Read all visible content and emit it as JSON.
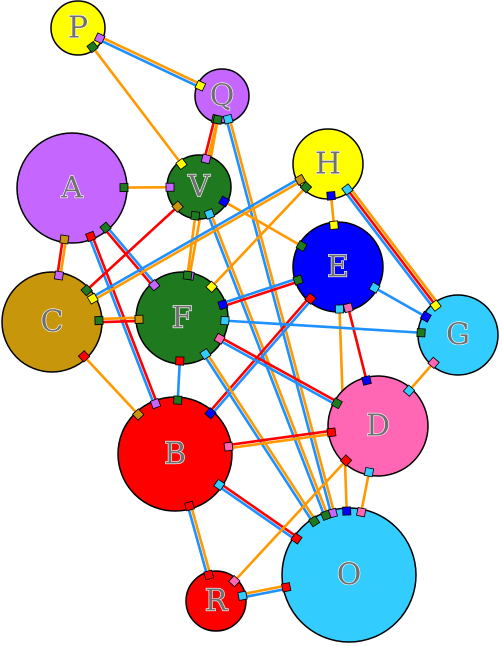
{
  "colors": {
    "purple": "#c466ff",
    "yellow": "#ffff00",
    "green": "#1f7a1f",
    "golden": "#c8960a",
    "red": "#ff0000",
    "blue": "#0000ff",
    "cyan": "#33ccff",
    "pink": "#ff66b3",
    "edge_orange": "#ff9900",
    "edge_red": "#ff0000",
    "edge_blue": "#1e90ff"
  },
  "nodes": [
    {
      "id": "P",
      "label": "P",
      "color": "yellow"
    },
    {
      "id": "Q",
      "label": "Q",
      "color": "purple"
    },
    {
      "id": "A",
      "label": "A",
      "color": "purple"
    },
    {
      "id": "V",
      "label": "V",
      "color": "green"
    },
    {
      "id": "H",
      "label": "H",
      "color": "yellow"
    },
    {
      "id": "E",
      "label": "E",
      "color": "blue"
    },
    {
      "id": "C",
      "label": "C",
      "color": "golden"
    },
    {
      "id": "F",
      "label": "F",
      "color": "green"
    },
    {
      "id": "G",
      "label": "G",
      "color": "cyan"
    },
    {
      "id": "B",
      "label": "B",
      "color": "red"
    },
    {
      "id": "D",
      "label": "D",
      "color": "pink"
    },
    {
      "id": "O",
      "label": "O",
      "color": "cyan"
    },
    {
      "id": "R",
      "label": "R",
      "color": "red"
    }
  ],
  "edges": [
    {
      "from": "P",
      "to": "Q",
      "colors": [
        "edge_orange",
        "edge_blue"
      ]
    },
    {
      "from": "P",
      "to": "V",
      "colors": [
        "edge_orange"
      ]
    },
    {
      "from": "Q",
      "to": "V",
      "colors": [
        "edge_orange",
        "edge_red"
      ]
    },
    {
      "from": "Q",
      "to": "F",
      "colors": [
        "edge_orange"
      ]
    },
    {
      "from": "Q",
      "to": "O",
      "colors": [
        "edge_orange",
        "edge_blue"
      ]
    },
    {
      "from": "A",
      "to": "V",
      "colors": [
        "edge_orange"
      ]
    },
    {
      "from": "A",
      "to": "C",
      "colors": [
        "edge_orange",
        "edge_red"
      ]
    },
    {
      "from": "A",
      "to": "F",
      "colors": [
        "edge_blue",
        "edge_red"
      ]
    },
    {
      "from": "A",
      "to": "B",
      "colors": [
        "edge_red",
        "edge_blue"
      ]
    },
    {
      "from": "V",
      "to": "C",
      "colors": [
        "edge_red"
      ]
    },
    {
      "from": "V",
      "to": "F",
      "colors": [
        "edge_orange"
      ]
    },
    {
      "from": "V",
      "to": "E",
      "colors": [
        "edge_orange"
      ]
    },
    {
      "from": "V",
      "to": "O",
      "colors": [
        "edge_orange",
        "edge_blue"
      ]
    },
    {
      "from": "H",
      "to": "C",
      "colors": [
        "edge_orange",
        "edge_blue"
      ]
    },
    {
      "from": "H",
      "to": "F",
      "colors": [
        "edge_orange"
      ]
    },
    {
      "from": "H",
      "to": "E",
      "colors": [
        "edge_orange"
      ]
    },
    {
      "from": "H",
      "to": "G",
      "colors": [
        "edge_orange",
        "edge_red",
        "edge_blue"
      ]
    },
    {
      "from": "E",
      "to": "F",
      "colors": [
        "edge_red",
        "edge_blue"
      ]
    },
    {
      "from": "E",
      "to": "G",
      "colors": [
        "edge_blue"
      ]
    },
    {
      "from": "E",
      "to": "B",
      "colors": [
        "edge_blue",
        "edge_red"
      ]
    },
    {
      "from": "E",
      "to": "D",
      "colors": [
        "edge_red"
      ]
    },
    {
      "from": "E",
      "to": "O",
      "colors": [
        "edge_orange"
      ]
    },
    {
      "from": "C",
      "to": "F",
      "colors": [
        "edge_orange",
        "edge_red"
      ]
    },
    {
      "from": "C",
      "to": "B",
      "colors": [
        "edge_orange"
      ]
    },
    {
      "from": "F",
      "to": "G",
      "colors": [
        "edge_blue"
      ]
    },
    {
      "from": "F",
      "to": "B",
      "colors": [
        "edge_blue"
      ]
    },
    {
      "from": "F",
      "to": "D",
      "colors": [
        "edge_red",
        "edge_blue"
      ]
    },
    {
      "from": "F",
      "to": "O",
      "colors": [
        "edge_orange",
        "edge_blue"
      ]
    },
    {
      "from": "G",
      "to": "D",
      "colors": [
        "edge_orange"
      ]
    },
    {
      "from": "B",
      "to": "D",
      "colors": [
        "edge_red",
        "edge_orange"
      ]
    },
    {
      "from": "B",
      "to": "O",
      "colors": [
        "edge_red",
        "edge_blue"
      ]
    },
    {
      "from": "B",
      "to": "R",
      "colors": [
        "edge_orange",
        "edge_blue"
      ]
    },
    {
      "from": "D",
      "to": "R",
      "colors": [
        "edge_orange"
      ]
    },
    {
      "from": "D",
      "to": "O",
      "colors": [
        "edge_orange"
      ]
    },
    {
      "from": "R",
      "to": "O",
      "colors": [
        "edge_orange",
        "edge_blue"
      ]
    }
  ]
}
